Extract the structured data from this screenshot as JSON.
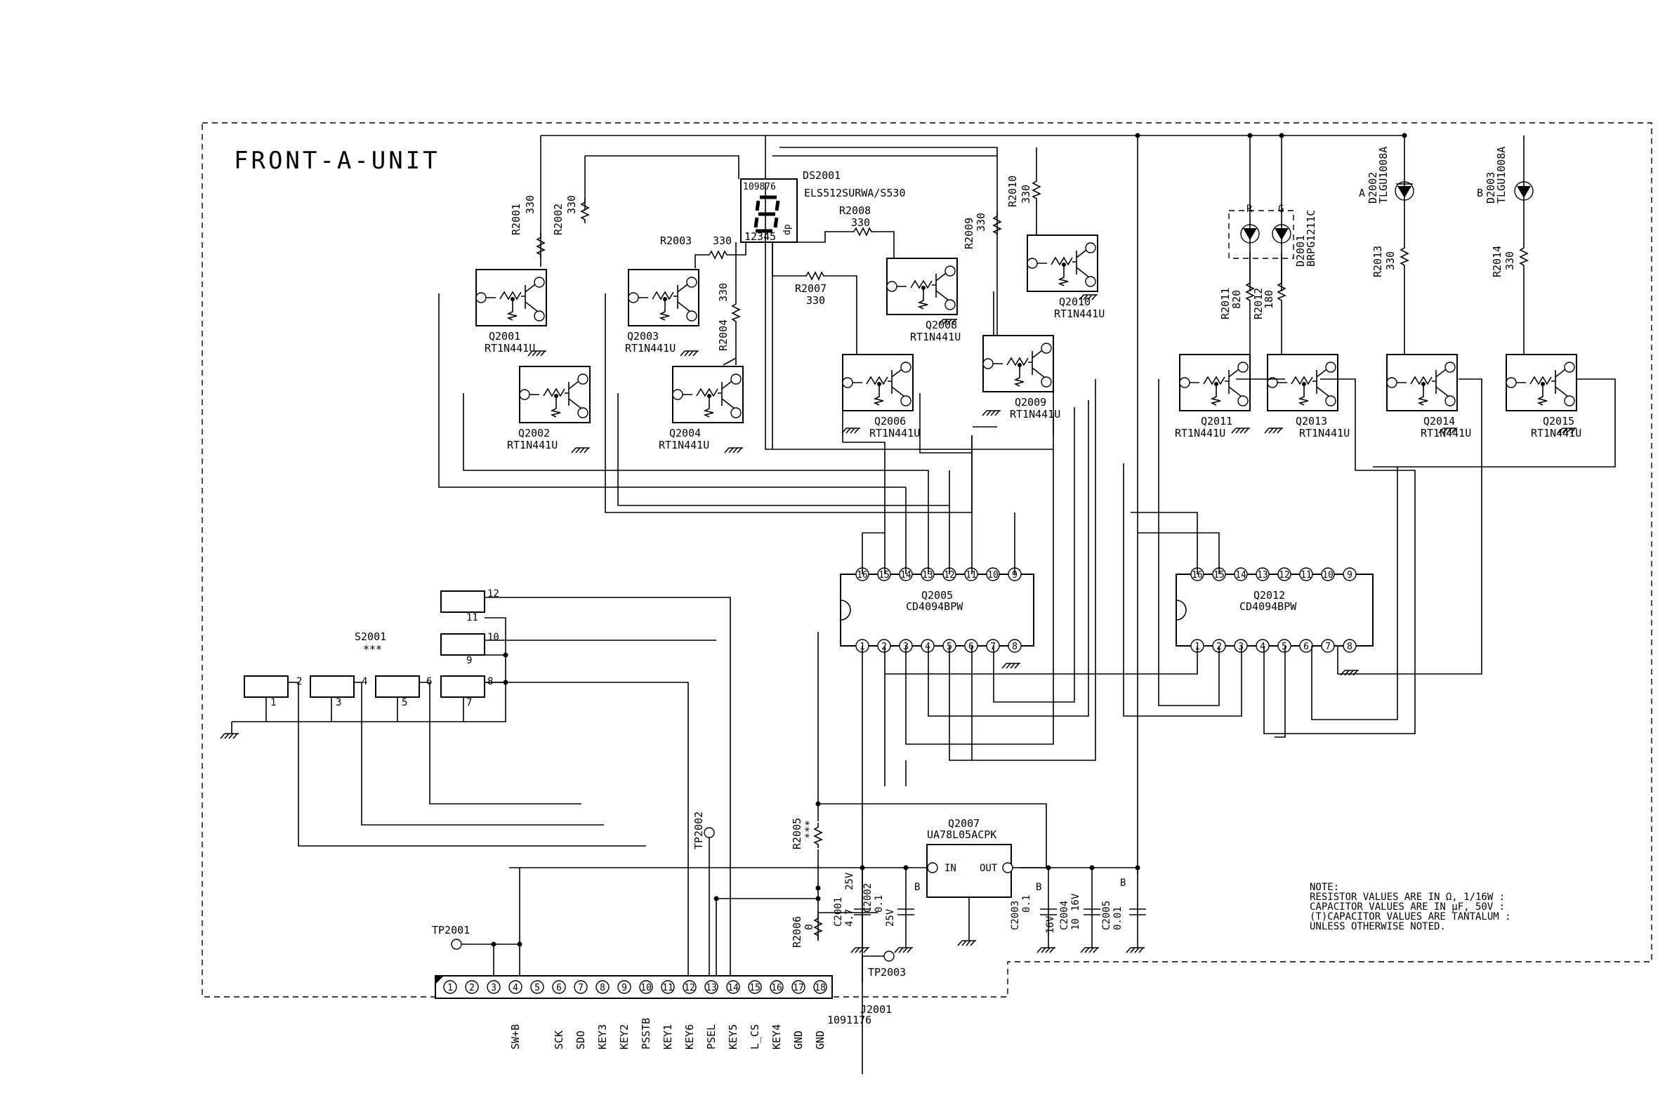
{
  "unit_title": "FRONT-A-UNIT",
  "display": {
    "ref": "DS2001",
    "part": "ELS512SURWA/S530",
    "top_pins": "109876",
    "bottom_pins": "12345",
    "dp": "dp"
  },
  "resistors": [
    {
      "id": "r2001",
      "ref": "R2001",
      "val": "330"
    },
    {
      "id": "r2002",
      "ref": "R2002",
      "val": "330"
    },
    {
      "id": "r2003",
      "ref": "R2003",
      "val": "330"
    },
    {
      "id": "r2004",
      "ref": "R2004",
      "val": "330"
    },
    {
      "id": "r2007",
      "ref": "R2007",
      "val": "330"
    },
    {
      "id": "r2008",
      "ref": "R2008",
      "val": "330"
    },
    {
      "id": "r2009",
      "ref": "R2009",
      "val": "330"
    },
    {
      "id": "r2010",
      "ref": "R2010",
      "val": "330"
    },
    {
      "id": "r2011",
      "ref": "R2011",
      "val": "820"
    },
    {
      "id": "r2012",
      "ref": "R2012",
      "val": "180"
    },
    {
      "id": "r2013",
      "ref": "R2013",
      "val": "330"
    },
    {
      "id": "r2014",
      "ref": "R2014",
      "val": "330"
    },
    {
      "id": "r2005",
      "ref": "R2005",
      "val": "***"
    },
    {
      "id": "r2006",
      "ref": "R2006",
      "val": "0"
    }
  ],
  "transistors": [
    {
      "ref": "Q2001",
      "part": "RT1N441U"
    },
    {
      "ref": "Q2002",
      "part": "RT1N441U"
    },
    {
      "ref": "Q2003",
      "part": "RT1N441U"
    },
    {
      "ref": "Q2004",
      "part": "RT1N441U"
    },
    {
      "ref": "Q2006",
      "part": "RT1N441U"
    },
    {
      "ref": "Q2008",
      "part": "RT1N441U"
    },
    {
      "ref": "Q2009",
      "part": "RT1N441U"
    },
    {
      "ref": "Q2010",
      "part": "RT1N441U"
    },
    {
      "ref": "Q2011",
      "part": "RT1N441U"
    },
    {
      "ref": "Q2013",
      "part": "RT1N441U"
    },
    {
      "ref": "Q2014",
      "part": "RT1N441U"
    },
    {
      "ref": "Q2015",
      "part": "RT1N441U"
    }
  ],
  "ics": [
    {
      "ref": "Q2005",
      "part": "CD4094BPW"
    },
    {
      "ref": "Q2012",
      "part": "CD4094BPW"
    }
  ],
  "ic_top_pins": [
    "16",
    "15",
    "14",
    "13",
    "12",
    "11",
    "10",
    "9"
  ],
  "ic_bottom_pins": [
    "1",
    "2",
    "3",
    "4",
    "5",
    "6",
    "7",
    "8"
  ],
  "regulator": {
    "ref": "Q2007",
    "part": "UA78L05ACPK",
    "in": "IN",
    "out": "OUT"
  },
  "leds": [
    {
      "ref": "D2002",
      "part": "TLGU1008A",
      "tag": "A"
    },
    {
      "ref": "D2003",
      "part": "TLGU1008A",
      "tag": "B"
    },
    {
      "ref": "D2001",
      "part": "BRPG1211C",
      "r": "R",
      "g": "G"
    }
  ],
  "capacitors": [
    {
      "ref": "C2001",
      "val1": "4.7",
      "val2": "25V",
      "tag": ""
    },
    {
      "ref": "C2002",
      "val1": "0.1",
      "val2": "25V",
      "tag": "B"
    },
    {
      "ref": "C2003",
      "val1": "0.1",
      "val2": "16V",
      "tag": "B"
    },
    {
      "ref": "C2004",
      "val1": "10",
      "val2": "16V",
      "tag": ""
    },
    {
      "ref": "C2005",
      "val1": "0.01",
      "val2": "",
      "tag": "B"
    }
  ],
  "switch": {
    "ref": "S2001",
    "val": "***",
    "pins": [
      "1",
      "2",
      "3",
      "4",
      "5",
      "6",
      "7",
      "8",
      "9",
      "10",
      "11",
      "12"
    ]
  },
  "testpoints": [
    "TP2001",
    "TP2002",
    "TP2003"
  ],
  "connector": {
    "ref": "J2001",
    "part": "1091176",
    "pins": [
      "1",
      "2",
      "3",
      "4",
      "5",
      "6",
      "7",
      "8",
      "9",
      "10",
      "11",
      "12",
      "13",
      "14",
      "15",
      "16",
      "17",
      "18"
    ],
    "signals": [
      "",
      "",
      "",
      "SW+B",
      "",
      "SCK",
      "SDO",
      "KEY3",
      "KEY2",
      "PSSTB",
      "KEY1",
      "KEY6",
      "PSEL",
      "KEY5",
      "L_CS",
      "KEY4",
      "GND",
      "GND"
    ]
  },
  "note": {
    "title": "NOTE:",
    "lines": [
      "RESISTOR VALUES ARE IN Ω, 1/16W :",
      "CAPACITOR VALUES ARE IN µF, 50V :",
      "(T)CAPACITOR VALUES ARE TANTALUM :",
      "UNLESS OTHERWISE NOTED."
    ]
  }
}
